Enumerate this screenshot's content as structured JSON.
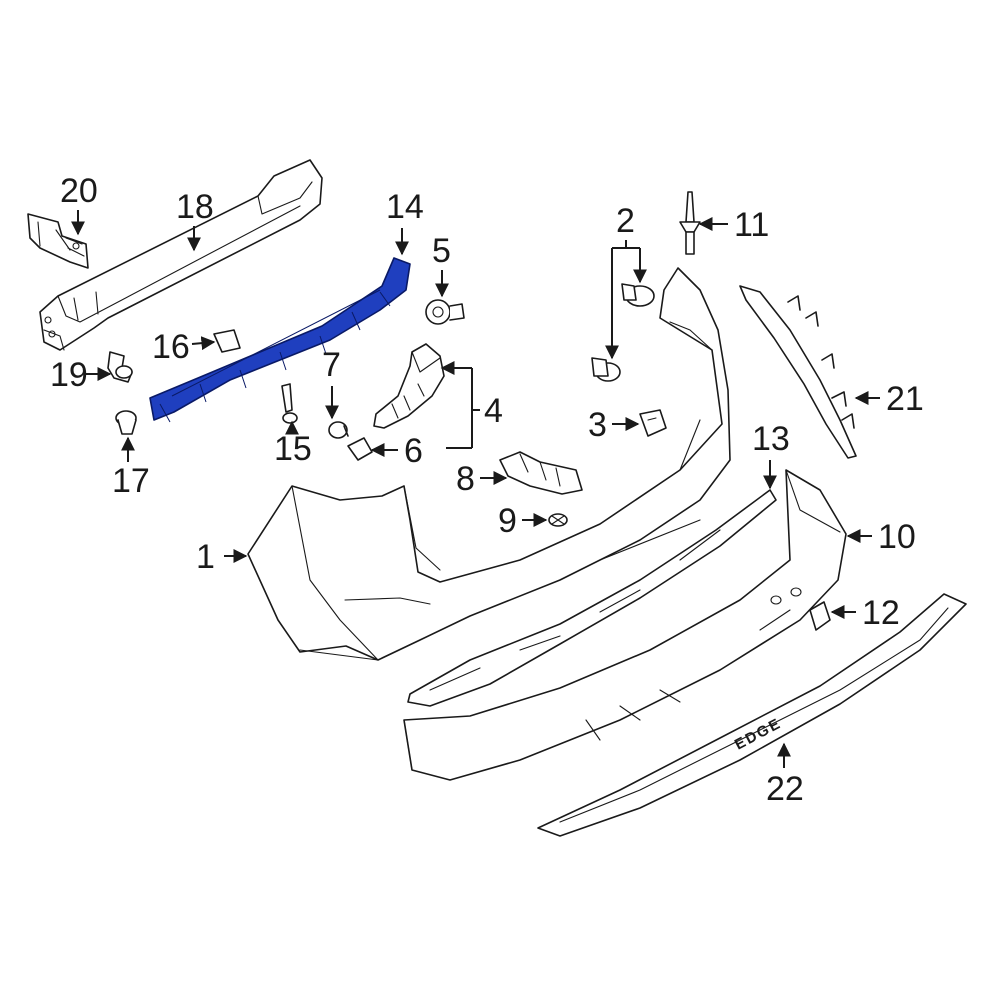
{
  "diagram": {
    "highlight_color": "#1f3fbf",
    "line_color": "#1a1a1a",
    "emblem_text": "EDGE",
    "callouts": {
      "c1": "1",
      "c2": "2",
      "c3": "3",
      "c4": "4",
      "c5": "5",
      "c6": "6",
      "c7": "7",
      "c8": "8",
      "c9": "9",
      "c10": "10",
      "c11": "11",
      "c12": "12",
      "c13": "13",
      "c14": "14",
      "c15": "15",
      "c16": "16",
      "c17": "17",
      "c18": "18",
      "c19": "19",
      "c20": "20",
      "c21": "21",
      "c22": "22"
    }
  }
}
